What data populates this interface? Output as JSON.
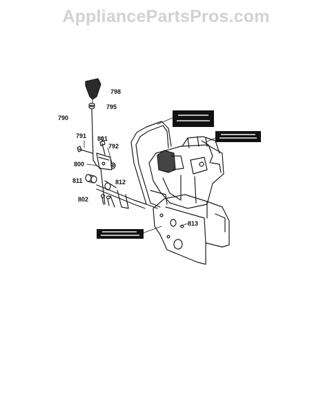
{
  "watermark": "AppliancePartsPros.com",
  "part_numbers": {
    "p798": "798",
    "p795": "795",
    "p790": "790",
    "p791": "791",
    "p801": "801",
    "p792": "792",
    "p800": "800",
    "p811": "811",
    "p812": "812",
    "p802": "802",
    "p813": "813"
  },
  "colors": {
    "line": "#1a1a1a",
    "label_box": "#111111",
    "watermark": "#d2d2d2"
  }
}
